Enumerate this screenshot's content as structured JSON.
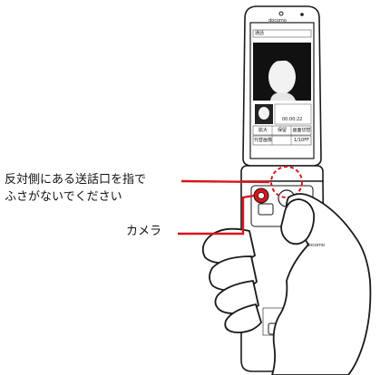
{
  "annotations": {
    "instruction_line1": "反対側にある送話口を指で",
    "instruction_line2": "ふさがないでください",
    "camera_label": "カメラ"
  },
  "phone": {
    "brand": "docomo",
    "screen": {
      "status_left": "通話",
      "status_timer": "00:00:22",
      "soft_keys": {
        "top_left": "拡大",
        "top_mid": "保留",
        "top_right": "画面切替",
        "bottom_left": "代替画像",
        "bottom_right": "1/10FF"
      }
    },
    "body_mark": "docomo"
  },
  "colors": {
    "callout": "#d9151b",
    "outline": "#1a1a1a",
    "screen_bg": "#111111"
  }
}
